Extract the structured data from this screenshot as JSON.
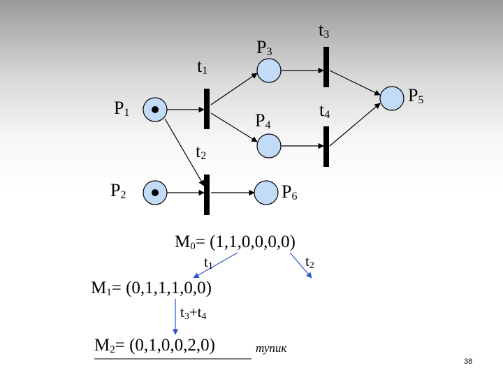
{
  "places": [
    {
      "id": "p1",
      "label": "P",
      "sub": "1",
      "tokens": 1
    },
    {
      "id": "p2",
      "label": "P",
      "sub": "2",
      "tokens": 1
    },
    {
      "id": "p3",
      "label": "P",
      "sub": "3",
      "tokens": 0
    },
    {
      "id": "p4",
      "label": "P",
      "sub": "4",
      "tokens": 0
    },
    {
      "id": "p5",
      "label": "P",
      "sub": "5",
      "tokens": 0
    },
    {
      "id": "p6",
      "label": "P",
      "sub": "6",
      "tokens": 0
    }
  ],
  "transitions": [
    {
      "id": "t1",
      "label": "t",
      "sub": "1"
    },
    {
      "id": "t2",
      "label": "t",
      "sub": "2"
    },
    {
      "id": "t3",
      "label": "t",
      "sub": "3"
    },
    {
      "id": "t4",
      "label": "t",
      "sub": "4"
    }
  ],
  "markings": [
    {
      "id": "m0",
      "label": "M",
      "sub": "0",
      "value": "= (1,1,0,0,0,0)"
    },
    {
      "id": "m1",
      "label": "M",
      "sub": "1",
      "value": "= (0,1,1,1,0,0)"
    },
    {
      "id": "m2",
      "label": "M",
      "sub": "2",
      "value": "= (0,1,0,0,2,0)"
    }
  ],
  "firings": [
    {
      "id": "f1",
      "label": "t",
      "sub": "1"
    },
    {
      "id": "f2",
      "label": "t",
      "sub": "2"
    },
    {
      "id": "f3",
      "part1": "t",
      "sub1": "3",
      "plus": "+t",
      "sub2": "4"
    }
  ],
  "deadlock_note": "тупик",
  "page_number": "38",
  "colors": {
    "place_fill": "#c2dcf8",
    "arrow_blue": "#2f54c8",
    "line": "#000000"
  }
}
